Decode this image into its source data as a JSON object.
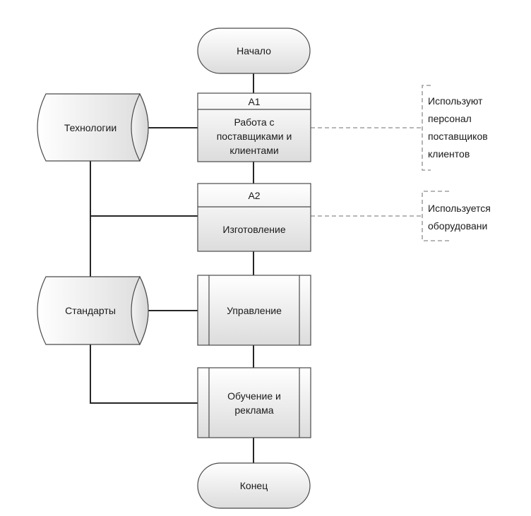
{
  "nodes": {
    "start": "Начало",
    "a1": {
      "code": "A1",
      "lines": [
        "Работа с",
        "поставщиками и",
        "клиентами"
      ]
    },
    "a2": {
      "code": "A2",
      "label": "Изготовление"
    },
    "management": "Управление",
    "training": {
      "lines": [
        "Обучение и",
        "реклама"
      ]
    },
    "end": "Конец",
    "technologies": "Технологии",
    "standards": "Стандарты"
  },
  "annotations": {
    "a1_note": [
      "Используют",
      "персонал",
      "поставщиков",
      "клиентов"
    ],
    "a2_note": [
      "Используется",
      "оборудовани"
    ]
  },
  "colors": {
    "fill_light": "#ffffff",
    "fill_dark": "#dcdcdc",
    "line": "#262626",
    "dashed": "#8c8c8c"
  }
}
